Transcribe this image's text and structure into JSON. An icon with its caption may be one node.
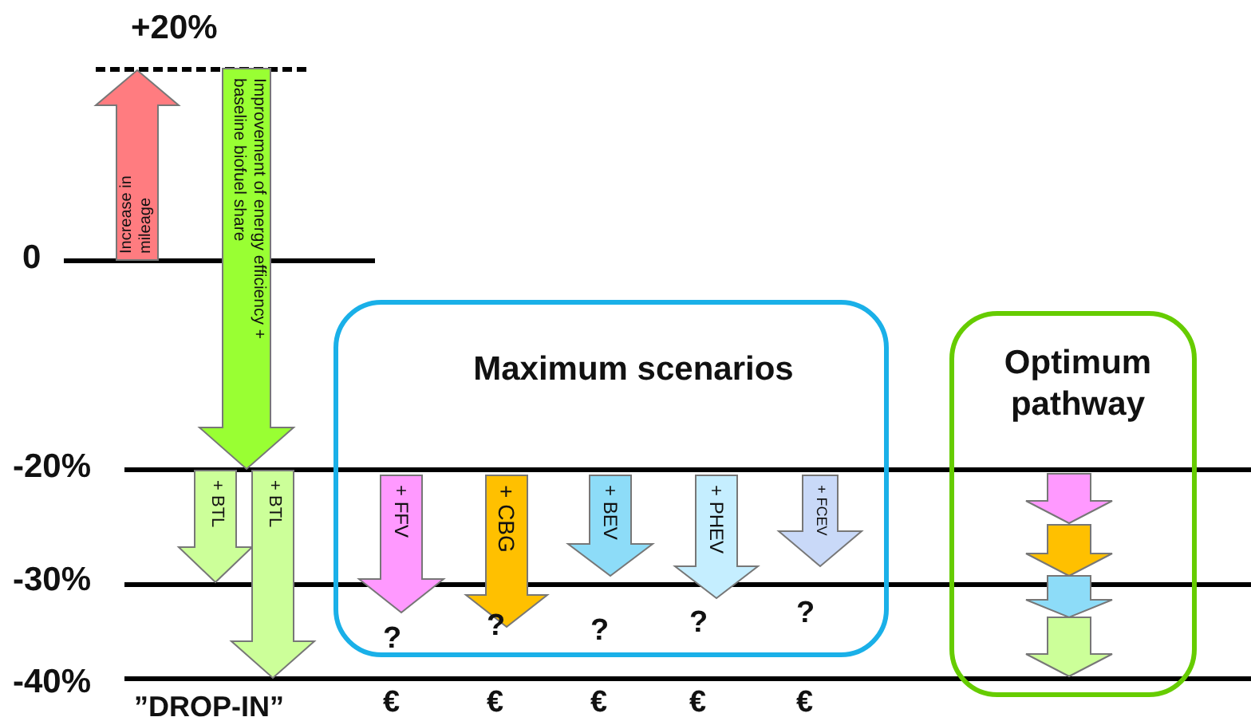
{
  "diagram": {
    "nodes": [
      {
        "text": [
          "Increase in mileage"
        ]
      },
      {
        "text": [
          "Improvement of energy efficiency + baseline biofuel share"
        ]
      },
      {
        "text": [
          "+ BTL"
        ]
      },
      {
        "text": [
          "+ BTL"
        ]
      },
      {
        "text": [
          "Maximum scenarios"
        ]
      },
      {
        "text": [
          "+ FFV"
        ],
        "in": 4
      },
      {
        "text": [
          "+ CBG"
        ],
        "in": 4
      },
      {
        "text": [
          "+ BEV"
        ],
        "in": 4
      },
      {
        "text": [
          "+ PHEV"
        ],
        "in": 4
      },
      {
        "text": [
          "+ FCEV"
        ],
        "in": 4
      },
      {
        "text": [
          "Optimum pathway"
        ]
      },
      {
        "text": [],
        "shape": "arrow",
        "in": 10
      },
      {
        "text": [],
        "shape": "arrow",
        "in": 10
      },
      {
        "text": [],
        "shape": "arrow",
        "in": 10
      },
      {
        "text": [],
        "shape": "arrow",
        "in": 10
      }
    ],
    "edges": [],
    "labels": [
      "+20%",
      "0",
      "-20%",
      "-30%",
      "-40%",
      "?",
      "?",
      "?",
      "?",
      "?",
      "”DROP-IN”",
      "€",
      "€",
      "€",
      "€",
      "€"
    ]
  }
}
